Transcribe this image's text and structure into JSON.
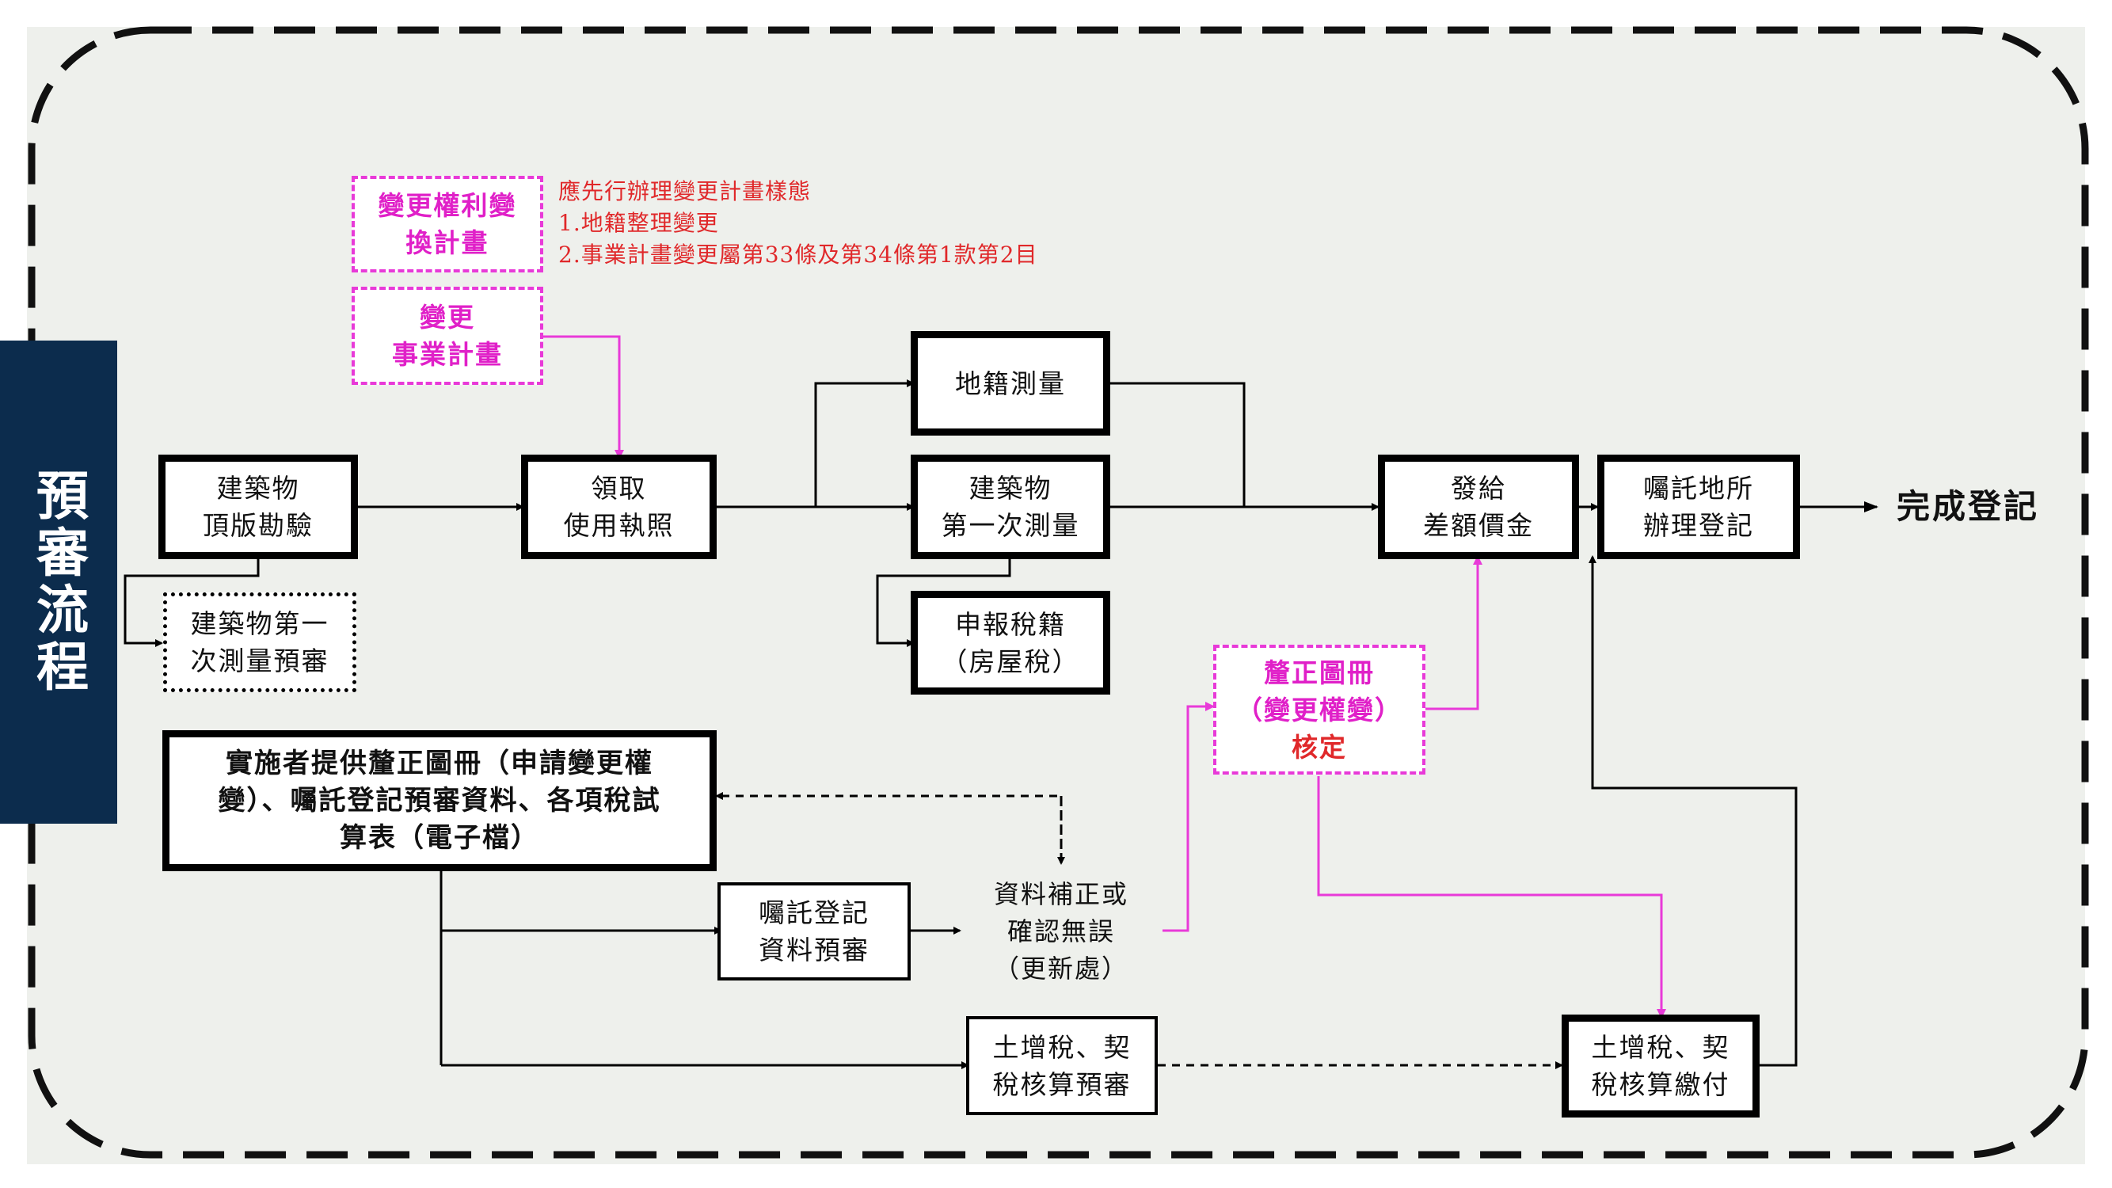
{
  "sidebar": {
    "title": "預審流程"
  },
  "boxes": {
    "building_inspection": [
      "建築物",
      "頂版勘驗"
    ],
    "first_survey_review": [
      "建築物第一",
      "次測量預審"
    ],
    "change_rights_plan": [
      "變更權利變",
      "換計畫"
    ],
    "change_business_plan": [
      "變更",
      "事業計畫"
    ],
    "use_license": [
      "領取",
      "使用執照"
    ],
    "cadastral_survey": [
      "地籍測量"
    ],
    "first_survey": [
      "建築物",
      "第一次測量"
    ],
    "tax_report": [
      "申報稅籍",
      "（房屋稅）"
    ],
    "compensation": [
      "發給",
      "差額價金"
    ],
    "entrust_registration": [
      "囑託地所",
      "辦理登記"
    ],
    "implementer_provides": [
      "實施者提供釐正圖冊（申請變更權",
      "變）、囑託登記預審資料、各項稅試",
      "算表（電子檔）"
    ],
    "registration_pre_review": [
      "囑託登記",
      "資料預審"
    ],
    "land_tax_pre_review": [
      "土增稅、契",
      "稅核算預審"
    ],
    "land_tax_payment": [
      "土增稅、契",
      "稅核算繳付"
    ],
    "approval": [
      "釐正圖冊",
      "（變更權變）"
    ],
    "approval_label": "核定"
  },
  "notes": {
    "plan_types": [
      "應先行辦理變更計畫樣態",
      "1.地籍整理變更",
      "2.事業計畫變更屬第33條及第34條第1款第2目"
    ],
    "data_correction": [
      "資料補正或",
      "確認無誤",
      "（更新處）"
    ],
    "complete": "完成登記"
  },
  "colors": {
    "sidebar": "#0c2c4d",
    "highlight": "#e83ad8",
    "note_red": "#e0282a",
    "panel": "#eef0ec"
  }
}
